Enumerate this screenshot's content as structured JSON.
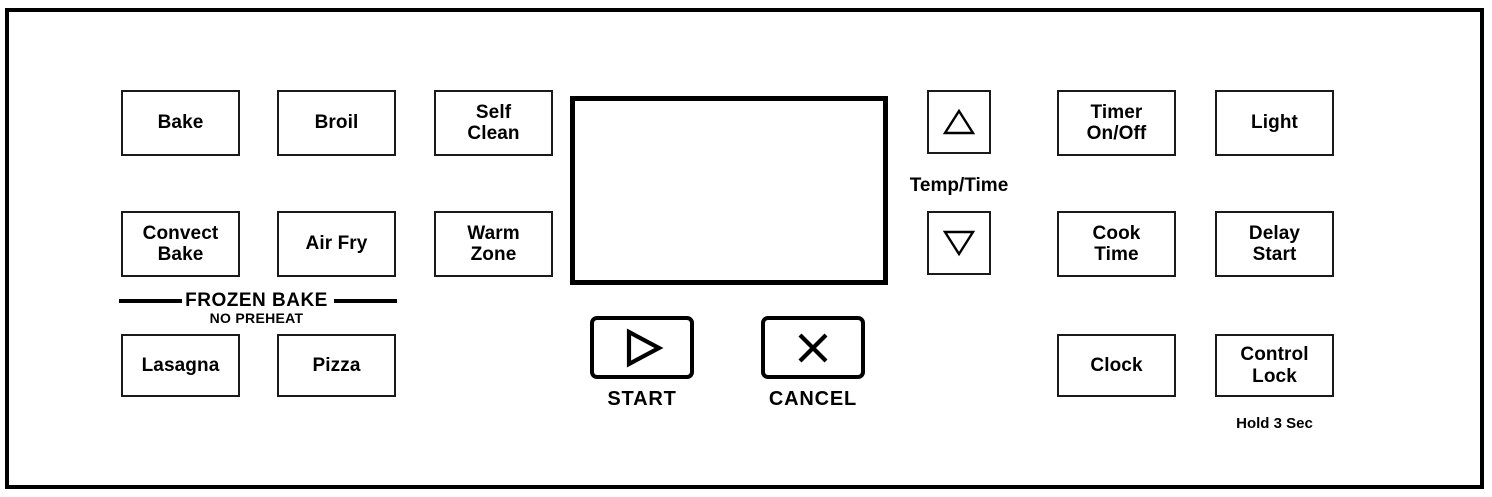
{
  "panel": {
    "device": "oven-control-panel",
    "background_color": "#ffffff",
    "border_color": "#000000"
  },
  "display": {
    "content": "",
    "border_color": "#000000",
    "screen_color": "#ffffff"
  },
  "mode_keys": [
    {
      "id": "bake",
      "label": "Bake"
    },
    {
      "id": "broil",
      "label": "Broil"
    },
    {
      "id": "self-clean",
      "label": "Self\nClean"
    },
    {
      "id": "convect-bake",
      "label": "Convect\nBake"
    },
    {
      "id": "air-fry",
      "label": "Air Fry"
    },
    {
      "id": "warm-zone",
      "label": "Warm\nZone"
    }
  ],
  "frozen_bake": {
    "title": "FROZEN BAKE",
    "subtitle": "NO PREHEAT",
    "keys": [
      {
        "id": "lasagna",
        "label": "Lasagna"
      },
      {
        "id": "pizza",
        "label": "Pizza"
      }
    ]
  },
  "temp_time": {
    "label": "Temp/Time",
    "up_icon": "triangle-up-icon",
    "down_icon": "triangle-down-icon"
  },
  "transport": {
    "start": {
      "label": "START",
      "icon": "play-triangle-icon"
    },
    "cancel": {
      "label": "CANCEL",
      "icon": "x-close-icon"
    }
  },
  "function_keys": [
    {
      "id": "timer-on-off",
      "label": "Timer\nOn/Off"
    },
    {
      "id": "light",
      "label": "Light"
    },
    {
      "id": "cook-time",
      "label": "Cook\nTime"
    },
    {
      "id": "delay-start",
      "label": "Delay\nStart"
    },
    {
      "id": "clock",
      "label": "Clock"
    },
    {
      "id": "control-lock",
      "label": "Control\nLock"
    }
  ],
  "control_lock_hint": "Hold 3 Sec"
}
